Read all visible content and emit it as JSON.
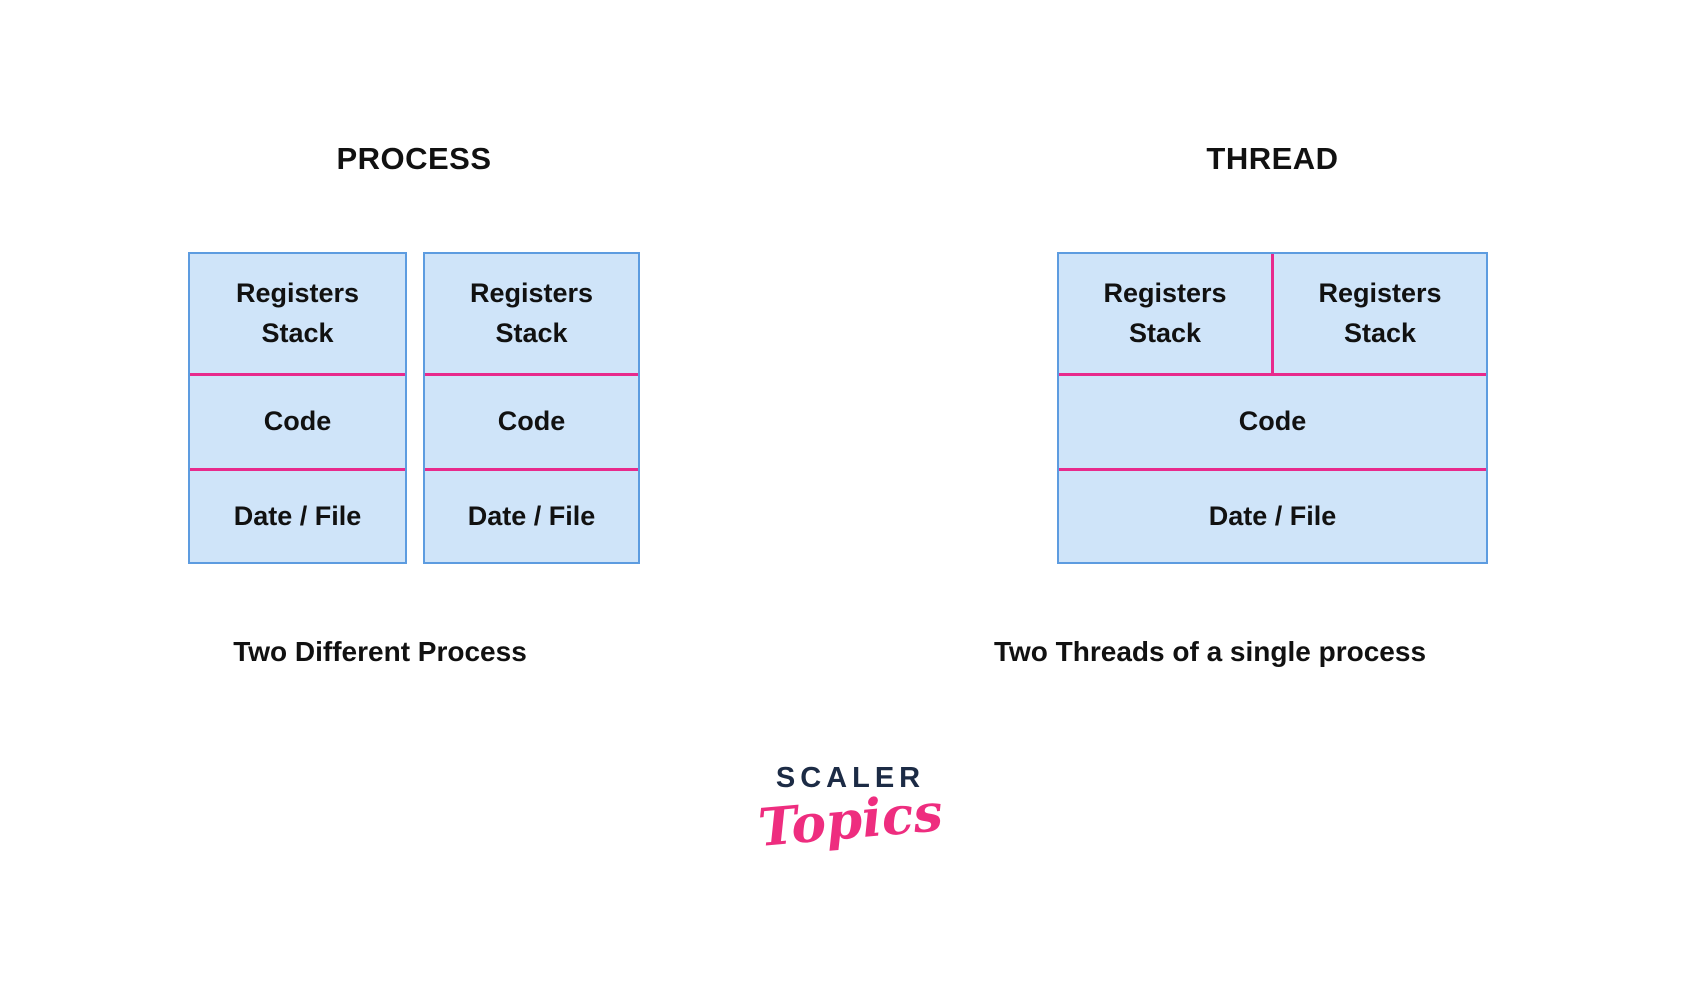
{
  "process_panel": {
    "title": "PROCESS",
    "caption": "Two Different Process",
    "boxes": [
      {
        "sections": [
          "Registers\nStack",
          "Code",
          "Date / File"
        ]
      },
      {
        "sections": [
          "Registers\nStack",
          "Code",
          "Date / File"
        ]
      }
    ]
  },
  "thread_panel": {
    "title": "THREAD",
    "caption": "Two Threads of a single process",
    "box": {
      "registers": [
        "Registers\nStack",
        "Registers\nStack"
      ],
      "code": "Code",
      "data_file": "Date / File"
    }
  },
  "logo": {
    "brand": "SCALER",
    "subbrand": "Topics"
  },
  "colors": {
    "box_fill": "#cfe4f9",
    "box_border": "#5d9ce0",
    "divider_pink": "#e82a8c",
    "text": "#111111",
    "logo_navy": "#1c2b45",
    "logo_pink": "#ee2d7f",
    "background": "#ffffff"
  }
}
